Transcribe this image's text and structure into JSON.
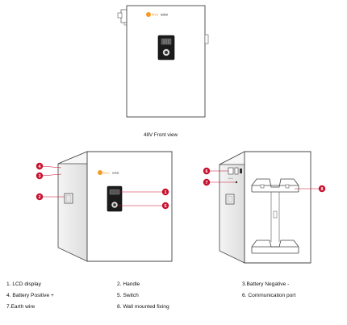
{
  "brand": {
    "logo_text": "solar",
    "logo_prefix": "fevo",
    "accent_color": "#f59a23",
    "callout_color": "#c8102e"
  },
  "front_view": {
    "caption": "48V Front view"
  },
  "callouts": {
    "front_left": [
      "4",
      "3",
      "2"
    ],
    "front_right": [
      "1",
      "5"
    ],
    "back_left": [
      "6",
      "7"
    ],
    "back_right": [
      "8"
    ]
  },
  "legend": [
    {
      "num": "1",
      "text": "1. LCD display"
    },
    {
      "num": "2",
      "text": "2. Handle"
    },
    {
      "num": "3",
      "text": "3.Battery  Negative  -"
    },
    {
      "num": "4",
      "text": "4. Battery Positive +"
    },
    {
      "num": "5",
      "text": "5. Switch"
    },
    {
      "num": "6",
      "text": "6. Communication port"
    },
    {
      "num": "7",
      "text": "7.Earth wire"
    },
    {
      "num": "8",
      "text": "8. Wall mounted fixing"
    }
  ]
}
